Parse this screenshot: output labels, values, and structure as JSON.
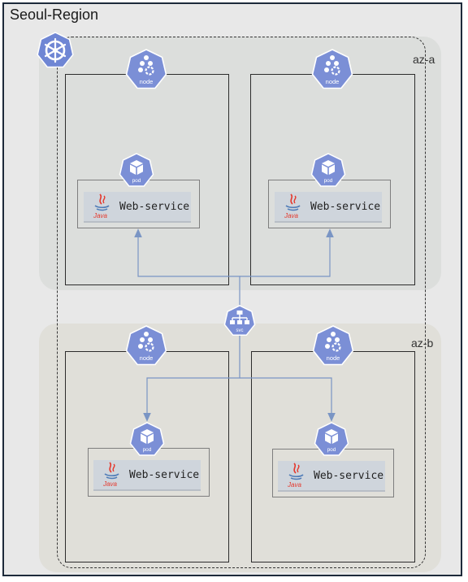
{
  "region": {
    "title": "Seoul-Region"
  },
  "zones": [
    {
      "label": "az-a"
    },
    {
      "label": "az-b"
    }
  ],
  "icons": {
    "node_label": "node",
    "pod_label": "pod",
    "svc_label": "svc",
    "java_label": "Java",
    "cluster_icon": "kubernetes-helm-icon"
  },
  "services": [
    {
      "label": "Web-service"
    },
    {
      "label": "Web-service"
    },
    {
      "label": "Web-service"
    },
    {
      "label": "Web-service"
    }
  ],
  "colors": {
    "k8s_blue": "#7b8fd6",
    "connector": "#7a95c4",
    "region_border": "#1d2a3a",
    "java_red": "#e5382c",
    "java_blue": "#4e7bb7"
  }
}
